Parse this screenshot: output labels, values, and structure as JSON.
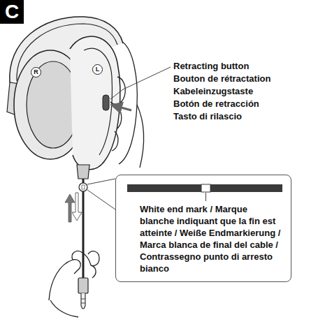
{
  "diagram": {
    "nodes": [
      {
        "text": [
          "C"
        ]
      },
      {
        "text": [
          "White end mark / Marque blanche indiquant que la fin est atteinte / Weiße Endmarkierung / Marca blanca de final del cable / Contrassegno punto di arresto bianco"
        ]
      }
    ],
    "labels": [
      "Retracting button",
      "Bouton de rétractation",
      "Kabeleinzugstaste",
      "Botón de retracción",
      "Tasto di rilascio",
      "R",
      "L"
    ]
  }
}
